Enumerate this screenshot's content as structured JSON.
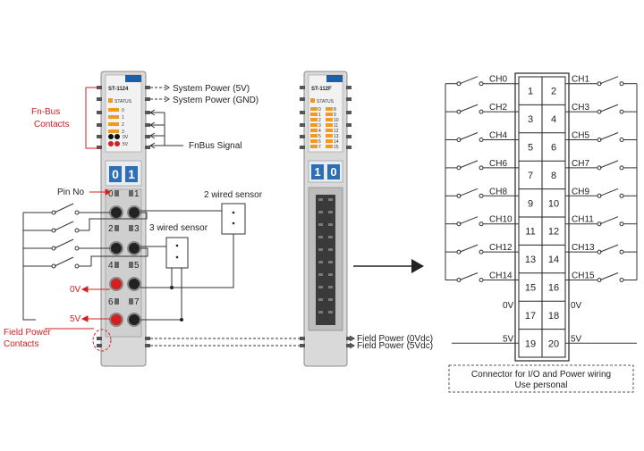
{
  "left_module": {
    "model": "ST-1124",
    "status": "STATUS",
    "led_numbers": [
      "0",
      "1",
      "2",
      "3"
    ],
    "supply_labels": [
      "0V",
      "5V"
    ],
    "display_digits": [
      "0",
      "1"
    ],
    "terminal_numbers": [
      "0",
      "1",
      "2",
      "3",
      "4",
      "5",
      "6",
      "7"
    ]
  },
  "middle_module": {
    "model": "ST-112F",
    "status": "STATUS",
    "led_numbers": [
      "0",
      "1",
      "2",
      "3",
      "4",
      "5",
      "6",
      "7",
      "8",
      "9",
      "10",
      "11",
      "12",
      "13",
      "14",
      "15"
    ],
    "display_digits": [
      "1",
      "0"
    ]
  },
  "labels": {
    "fnbus_contacts": [
      "Fn-Bus",
      "Contacts"
    ],
    "system_power_5v": "System Power (5V)",
    "system_power_gnd": "System Power (GND)",
    "fnbus_signal": "FnBus Signal",
    "pin_no": "Pin No",
    "two_wired_sensor": "2 wired sensor",
    "three_wired_sensor": "3 wired sensor",
    "zero_v": "0V",
    "five_v": "5V",
    "field_power_contacts": [
      "Field Power",
      "Contacts"
    ],
    "field_power_0": "Field Power (0Vdc)",
    "field_power_5": "Field Power (5Vdc)"
  },
  "connector": {
    "pins": [
      {
        "left": "1",
        "right": "2",
        "left_label": "CH0",
        "right_label": "CH1"
      },
      {
        "left": "3",
        "right": "4",
        "left_label": "CH2",
        "right_label": "CH3"
      },
      {
        "left": "5",
        "right": "6",
        "left_label": "CH4",
        "right_label": "CH5"
      },
      {
        "left": "7",
        "right": "8",
        "left_label": "CH6",
        "right_label": "CH7"
      },
      {
        "left": "9",
        "right": "10",
        "left_label": "CH8",
        "right_label": "CH9"
      },
      {
        "left": "11",
        "right": "12",
        "left_label": "CH10",
        "right_label": "CH11"
      },
      {
        "left": "13",
        "right": "14",
        "left_label": "CH12",
        "right_label": "CH13"
      },
      {
        "left": "15",
        "right": "16",
        "left_label": "CH14",
        "right_label": "CH15"
      },
      {
        "left": "17",
        "right": "18",
        "left_label": "0V",
        "right_label": "0V"
      },
      {
        "left": "19",
        "right": "20",
        "left_label": "5V",
        "right_label": "5V"
      }
    ],
    "caption": [
      "Connector for I/O and Power wiring",
      "Use personal"
    ]
  },
  "colors": {
    "module_body": "#d9d9d9",
    "led_orange": "#f39a1e",
    "accent_blue": "#1b5fa8",
    "display_blue": "#2e6fb3",
    "red_terminal": "#d21f1f",
    "label_red": "#d21f1f"
  }
}
